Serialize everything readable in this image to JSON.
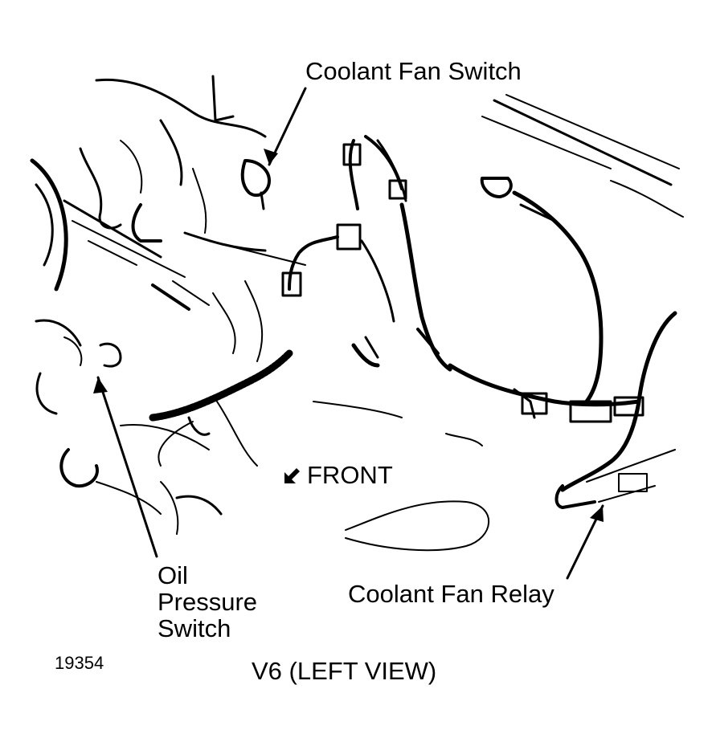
{
  "diagram": {
    "labels": {
      "coolant_fan_switch": "Coolant Fan Switch",
      "oil": "Oil",
      "pressure": "Pressure",
      "switch": "Switch",
      "coolant_fan_relay": "Coolant Fan Relay",
      "front": "FRONT"
    },
    "figure_number": "19354",
    "caption": "V6 (LEFT VIEW)",
    "colors": {
      "ink": "#000000",
      "paper": "#ffffff"
    }
  }
}
